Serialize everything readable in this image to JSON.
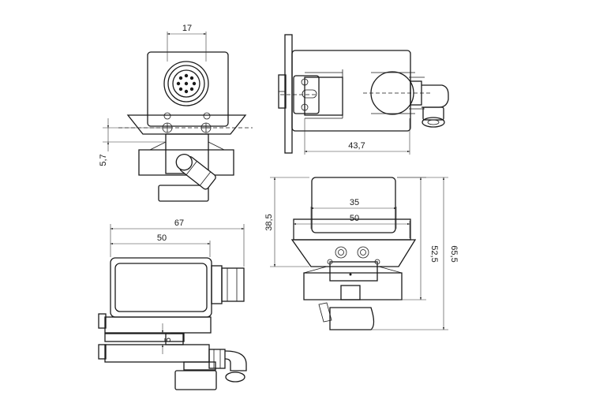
{
  "dimensions": {
    "top_width": "17",
    "left_offset": "5,7",
    "side_length": "43,7",
    "front_inner": "35",
    "front_outer": "50",
    "front_height": "38,5",
    "right_h1": "52,5",
    "right_h2": "65,5",
    "bottom_total": "67",
    "bottom_width": "50",
    "bottom_small": "5"
  },
  "colors": {
    "line": "#1a1a1a",
    "background": "#ffffff"
  }
}
